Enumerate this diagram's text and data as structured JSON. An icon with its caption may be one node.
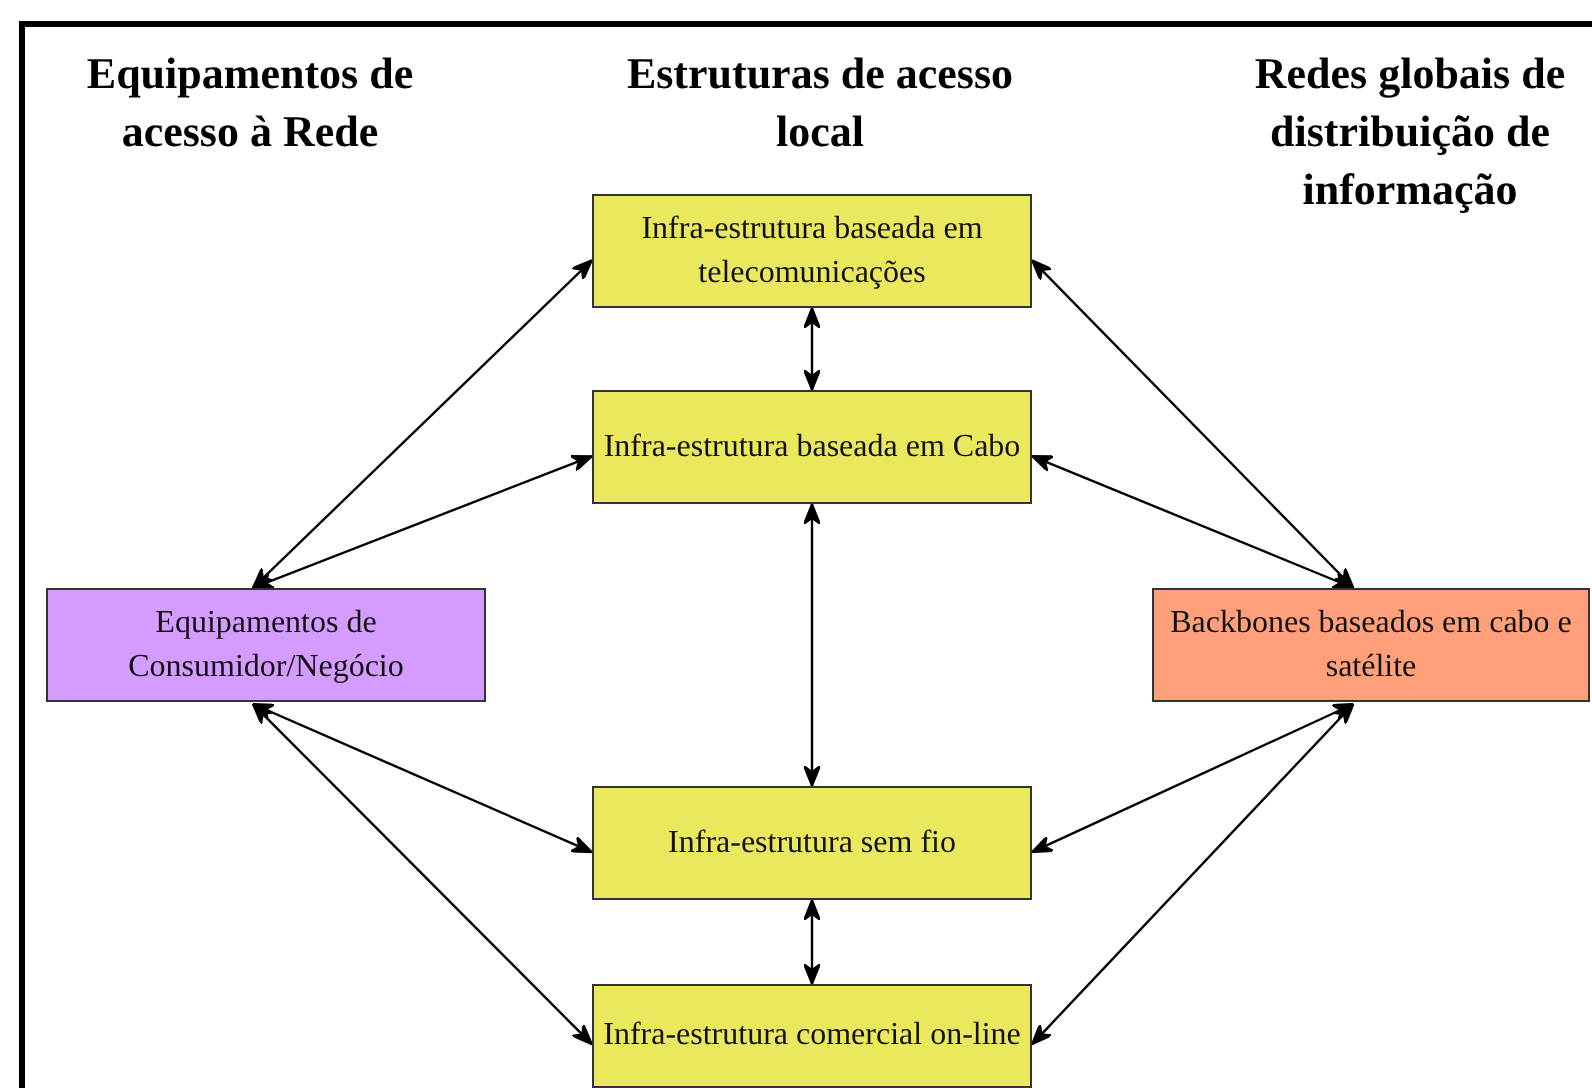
{
  "diagram": {
    "nodes": [
      {
        "text": [
          "Infra-estrutura baseada em telecomunicações"
        ]
      },
      {
        "text": [
          "Infra-estrutura baseada em Cabo"
        ]
      },
      {
        "text": [
          "Equipamentos de Consumidor/Negócio"
        ]
      },
      {
        "text": [
          "Backbones baseados em cabo e satélite"
        ]
      },
      {
        "text": [
          "Infra-estrutura sem fio"
        ]
      },
      {
        "text": [
          "Infra-estrutura comercial on-line"
        ]
      }
    ],
    "edges": [
      {
        "from": 2,
        "to": 0,
        "arrow": "both"
      },
      {
        "from": 2,
        "to": 1,
        "arrow": "both"
      },
      {
        "from": 2,
        "to": 4,
        "arrow": "both"
      },
      {
        "from": 2,
        "to": 5,
        "arrow": "both"
      },
      {
        "from": 3,
        "to": 0,
        "arrow": "both"
      },
      {
        "from": 3,
        "to": 1,
        "arrow": "both"
      },
      {
        "from": 3,
        "to": 4,
        "arrow": "both"
      },
      {
        "from": 3,
        "to": 5,
        "arrow": "both"
      },
      {
        "from": 0,
        "to": 1,
        "arrow": "both"
      },
      {
        "from": 1,
        "to": 4,
        "arrow": "both"
      },
      {
        "from": 4,
        "to": 5,
        "arrow": "both"
      }
    ],
    "labels": [
      "Equipamentos de acesso à Rede",
      "Estruturas de acesso local",
      "Redes globais de distribuição de informação"
    ]
  }
}
